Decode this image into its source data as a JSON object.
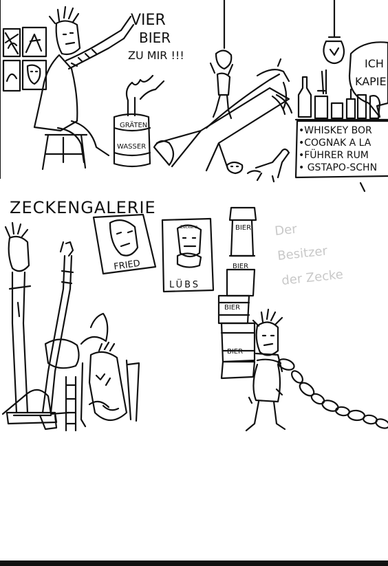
{
  "speech": {
    "line1": "VIER",
    "line2": "BIER",
    "line3": "ZU MIR !!!",
    "ich_line1": "ICH",
    "ich_line2": "KAPIE"
  },
  "barrel": {
    "line1": "GRÄTEN",
    "line2": "WASSER"
  },
  "menu": {
    "items": [
      "•WHISKEY BOR",
      "•COGNAK A LA",
      "•FÜHRER RUM",
      "• GSTAPO-SCHN"
    ]
  },
  "gallery": {
    "title": "ZECKENGALERIE",
    "poster_left": "FRIED",
    "poster_right": "LÜBS",
    "poster_right_top": "Zeckenz"
  },
  "beer_stack": {
    "labels": [
      "BIER",
      "BIER",
      "BIER",
      "BIER"
    ]
  },
  "faint_note": {
    "line1": "Der",
    "line2": "Besitzer",
    "line3": "der Zecke"
  }
}
